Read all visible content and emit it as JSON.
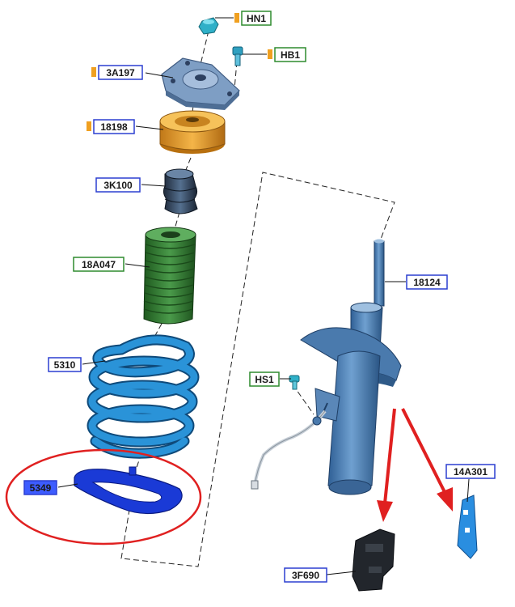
{
  "colors": {
    "label_blue_border": "#2b3fd0",
    "label_green_border": "#2e8b2e",
    "label_text": "#1a1a1a",
    "tag_orange": "#f0a020",
    "highlight_fill": "#3d5cff",
    "annotation_red": "#e02020",
    "spring": "#1f7fc4",
    "boot": "#2f7a2f",
    "seat": "#e8a02a",
    "mount": "#6f8fb8",
    "strut": "#4f7fb0",
    "insulator": "#1a3fd8"
  },
  "labels": {
    "hn1": "HN1",
    "hb1": "HB1",
    "p3a197": "3A197",
    "p18198": "18198",
    "p3k100": "3K100",
    "p18a047": "18A047",
    "p5310": "5310",
    "p5349": "5349",
    "p18124": "18124",
    "hs1": "HS1",
    "p14a301": "14A301",
    "p3f690": "3F690"
  }
}
